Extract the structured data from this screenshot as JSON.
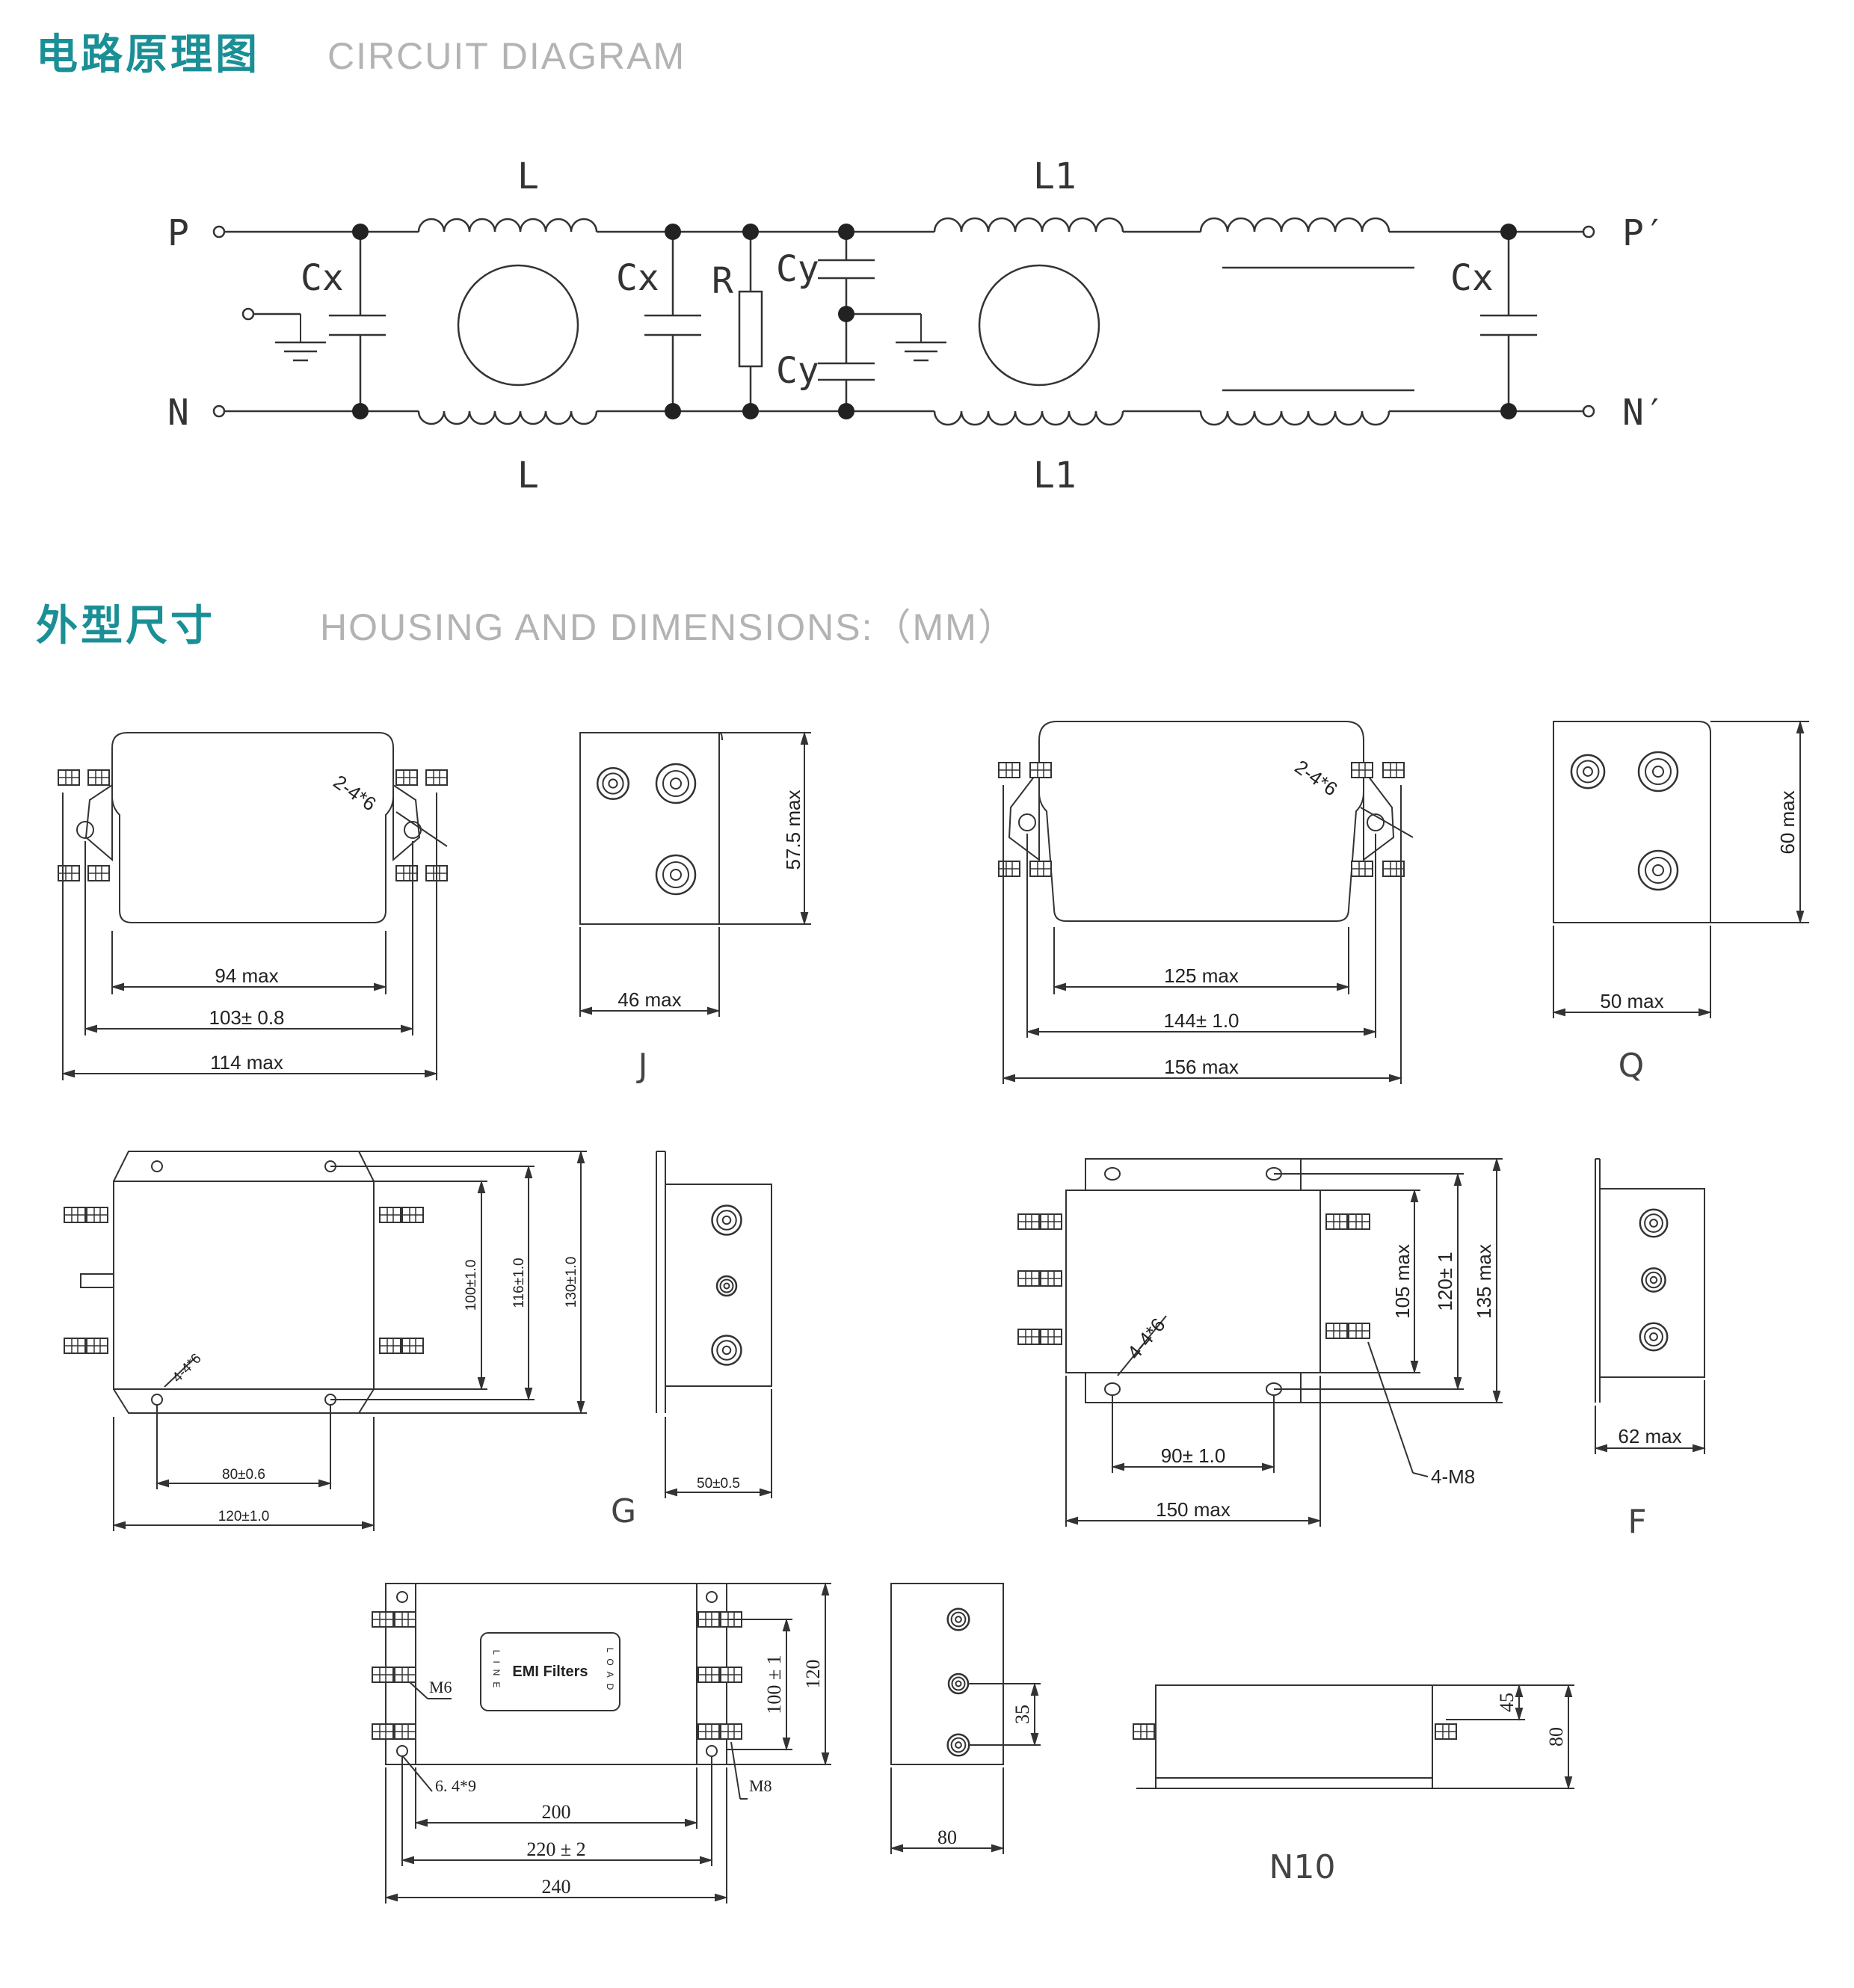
{
  "sections": {
    "circuit": {
      "title_cn": "电路原理图",
      "title_en": "CIRCUIT DIAGRAM"
    },
    "housing": {
      "title_cn": "外型尺寸",
      "title_en": "HOUSING AND DIMENSIONS:（MM）"
    }
  },
  "circuit_labels": {
    "p": "P",
    "n": "N",
    "p_out": "P′",
    "n_out": "N′",
    "l_top": "L",
    "l_bottom": "L",
    "l1_top": "L1",
    "l1_bottom": "L1",
    "cx1": "Cx",
    "cx2": "Cx",
    "cx3": "Cx",
    "r": "R",
    "cy1": "Cy",
    "cy2": "Cy"
  },
  "models": {
    "j": {
      "name": "J",
      "holes": "2-4*6",
      "dims": [
        "94 max",
        "103± 0.8",
        "114 max",
        "57.5 max",
        "46 max"
      ]
    },
    "q": {
      "name": "Q",
      "holes": "2-4*6",
      "dims": [
        "125 max",
        "144± 1.0",
        "156 max",
        "60 max",
        "50 max"
      ]
    },
    "g": {
      "name": "G",
      "holes": "4-4*6",
      "dims": [
        "100±1.0",
        "116±1.0",
        "130±1.0",
        "80±0.6",
        "120±1.0",
        "50±0.5"
      ]
    },
    "f": {
      "name": "F",
      "holes": "4-4*6",
      "thread": "4-M8",
      "dims": [
        "105 max",
        "120± 1",
        "135 max",
        "90± 1.0",
        "150 max",
        "62 max"
      ]
    },
    "n10": {
      "name": "N10",
      "label": "EMI Filters",
      "line": "LINE",
      "load": "LOAD",
      "m6": "M6",
      "m8": "M8",
      "hole": "6. 4*9",
      "dims": [
        "200",
        "220 ± 2",
        "240",
        "100 ± 1",
        "120",
        "35",
        "80",
        "45",
        "80"
      ]
    }
  },
  "colors": {
    "accent": "#1a8f95",
    "subtitle": "#b3b3b3",
    "line": "#333333"
  }
}
